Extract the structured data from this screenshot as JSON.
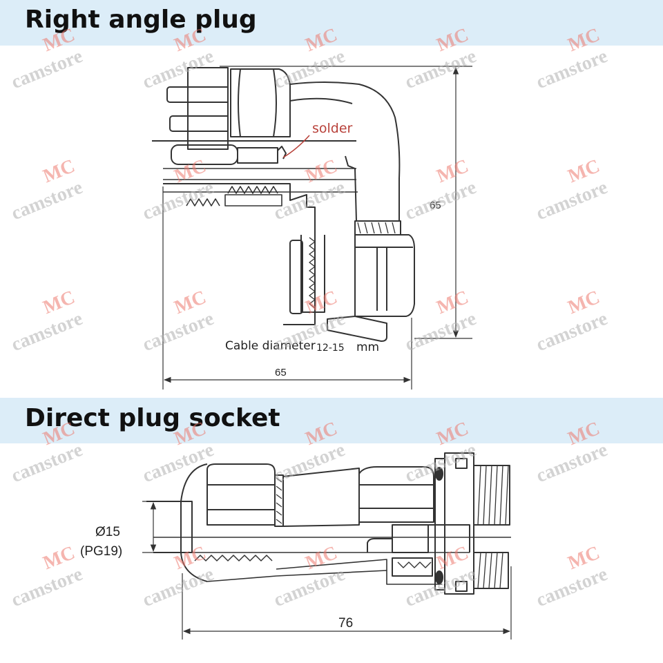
{
  "sections": {
    "top_title": "Right angle plug",
    "bottom_title": "Direct plug socket"
  },
  "right_angle_plug": {
    "solder_label": "solder",
    "height_dim": "65",
    "width_dim": "65",
    "cable_label": "Cable diameter",
    "cable_range": "12-15",
    "cable_unit": "mm"
  },
  "direct_plug_socket": {
    "diameter_label": "Ø15",
    "pg_label": "(PG19)",
    "length_dim": "76"
  },
  "watermark": {
    "mc": "MC",
    "store": "camstore"
  }
}
